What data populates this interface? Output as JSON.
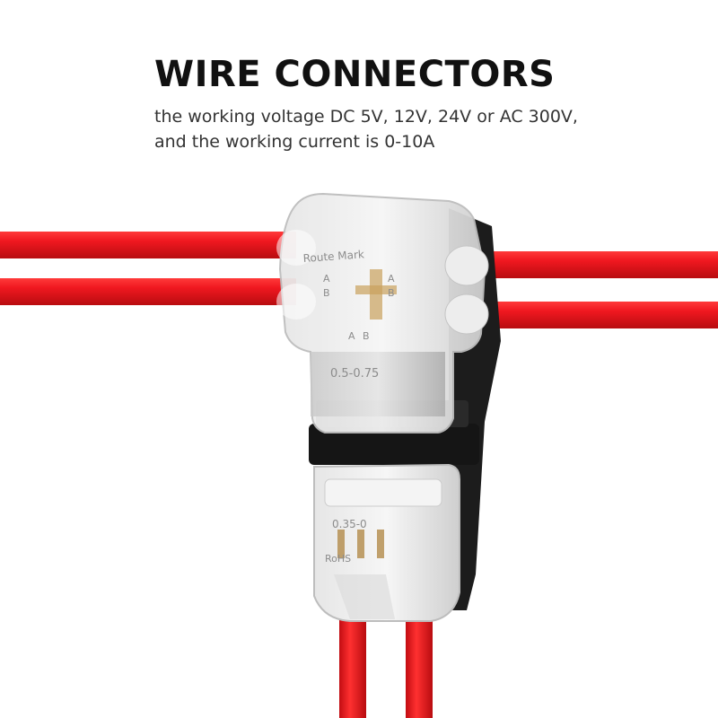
{
  "heading": {
    "title": "WIRE CONNECTORS",
    "line1": "the working voltage DC 5V, 12V, 24V or AC 300V,",
    "line2": "and the working current is 0-10A"
  },
  "connector_markings": {
    "brand": "Route Mark",
    "label_a": "A",
    "label_b": "B",
    "top_rating": "0.5-0.75",
    "bottom_rating": "0.35-0",
    "compliance": "RoHS"
  },
  "colors": {
    "wire": "#e8141b",
    "wire_shadow": "#b30c10",
    "background": "#ffffff",
    "housing": "#d9d9d9",
    "clip": "#1b1b1b"
  }
}
